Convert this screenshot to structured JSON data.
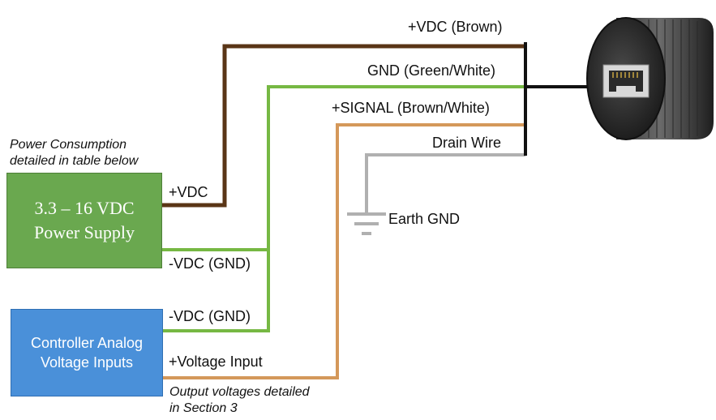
{
  "notes": {
    "power_consumption_l1": "Power Consumption",
    "power_consumption_l2": "detailed in table below",
    "output_voltages_l1": "Output voltages detailed",
    "output_voltages_l2": "in Section 3"
  },
  "power_supply": {
    "line1": "3.3 – 16 VDC",
    "line2": "Power Supply",
    "color": "#6aa84f"
  },
  "controller": {
    "line1": "Controller Analog",
    "line2": "Voltage Inputs",
    "color": "#4a90d9"
  },
  "wires": {
    "vdc_brown": {
      "label": "+VDC (Brown)",
      "color": "#5a3516"
    },
    "gnd_green_white": {
      "label": "GND (Green/White)",
      "color": "#76b843"
    },
    "signal_brown_white": {
      "label": "+SIGNAL (Brown/White)",
      "color": "#d4985a"
    },
    "drain": {
      "label": "Drain Wire",
      "color": "#b0b0b0"
    }
  },
  "terminals": {
    "psu_plus": "+VDC",
    "psu_minus": "-VDC (GND)",
    "ctrl_minus": "-VDC (GND)",
    "ctrl_input": "+Voltage Input"
  },
  "ground": {
    "label": "Earth GND"
  },
  "sensor": {
    "icon": "rj45-connector-icon"
  }
}
